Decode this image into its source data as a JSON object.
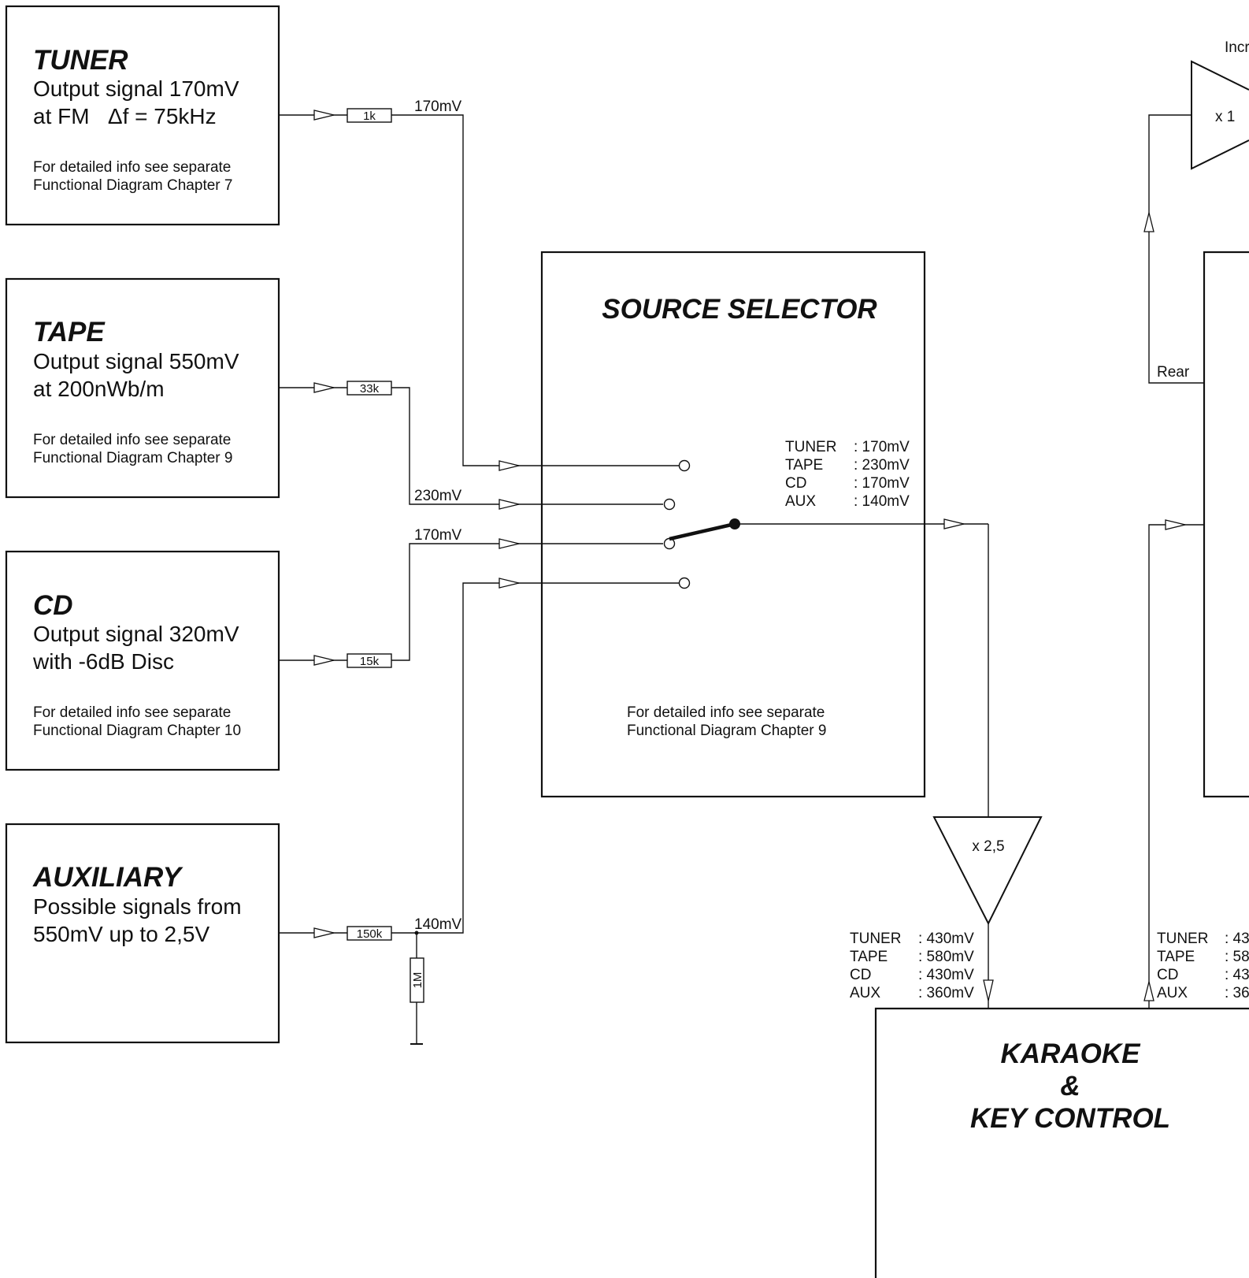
{
  "blocks": {
    "tuner": {
      "title": "TUNER",
      "line1": "Output signal 170mV",
      "line2": "at FM   Δf = 75kHz",
      "info1": "For detailed info see separate",
      "info2": "Functional Diagram Chapter 7"
    },
    "tape": {
      "title": "TAPE",
      "line1": "Output signal 550mV",
      "line2": "at 200nWb/m",
      "info1": "For detailed info see separate",
      "info2": "Functional Diagram Chapter 9"
    },
    "cd": {
      "title": "CD",
      "line1": "Output signal 320mV",
      "line2": "with -6dB Disc",
      "info1": "For detailed info see separate",
      "info2": "Functional Diagram Chapter 10"
    },
    "aux": {
      "title": "AUXILIARY",
      "line1": "Possible signals from",
      "line2": "550mV up to 2,5V"
    },
    "source_selector": {
      "title": "SOURCE SELECTOR",
      "info1": "For detailed info see separate",
      "info2": "Functional Diagram Chapter 9",
      "levels": [
        {
          "src": "TUNER",
          "val": ": 170mV"
        },
        {
          "src": "TAPE",
          "val": ": 230mV"
        },
        {
          "src": "CD",
          "val": ": 170mV"
        },
        {
          "src": "AUX",
          "val": ": 140mV"
        }
      ]
    },
    "karaoke": {
      "line1": "KARAOKE",
      "line2": "&",
      "line3": "KEY CONTROL"
    }
  },
  "resistors": {
    "tuner": "1k",
    "tape": "33k",
    "cd": "15k",
    "aux": "150k",
    "aux_shunt": "1M"
  },
  "signal_labels": {
    "tuner": "170mV",
    "tape": "230mV",
    "cd": "170mV",
    "aux": "140mV"
  },
  "amplifiers": {
    "main_gain": "x 2,5",
    "rear_gain": "x 1"
  },
  "amp_out_levels": [
    {
      "src": "TUNER",
      "val": ": 430mV"
    },
    {
      "src": "TAPE",
      "val": ": 580mV"
    },
    {
      "src": "CD",
      "val": ": 430mV"
    },
    {
      "src": "AUX",
      "val": ": 360mV"
    }
  ],
  "right_levels": [
    {
      "src": "TUNER",
      "val": ": 43"
    },
    {
      "src": "TAPE",
      "val": ": 58"
    },
    {
      "src": "CD",
      "val": ": 43"
    },
    {
      "src": "AUX",
      "val": ": 36"
    }
  ],
  "labels": {
    "rear": "Rear",
    "cut_top": "Incr"
  }
}
